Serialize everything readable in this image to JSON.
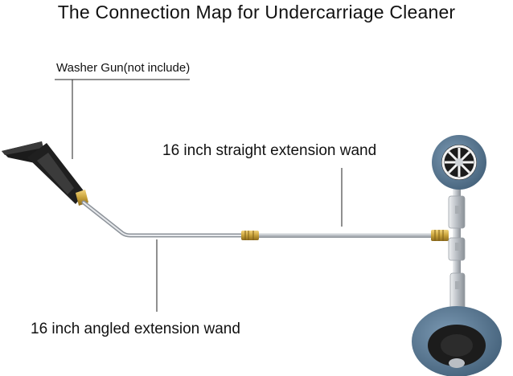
{
  "title": "The Connection Map for Undercarriage Cleaner",
  "labels": {
    "washer_gun": "Washer Gun(not include)",
    "straight_wand": "16 inch straight extension wand",
    "angled_wand": "16 inch angled extension wand"
  },
  "colors": {
    "text": "#111111",
    "wand_steel": "#c9cdd2",
    "brass": "#c8a23a",
    "wheel_blue": "#5b7b97",
    "gun_black": "#1b1b1b"
  }
}
